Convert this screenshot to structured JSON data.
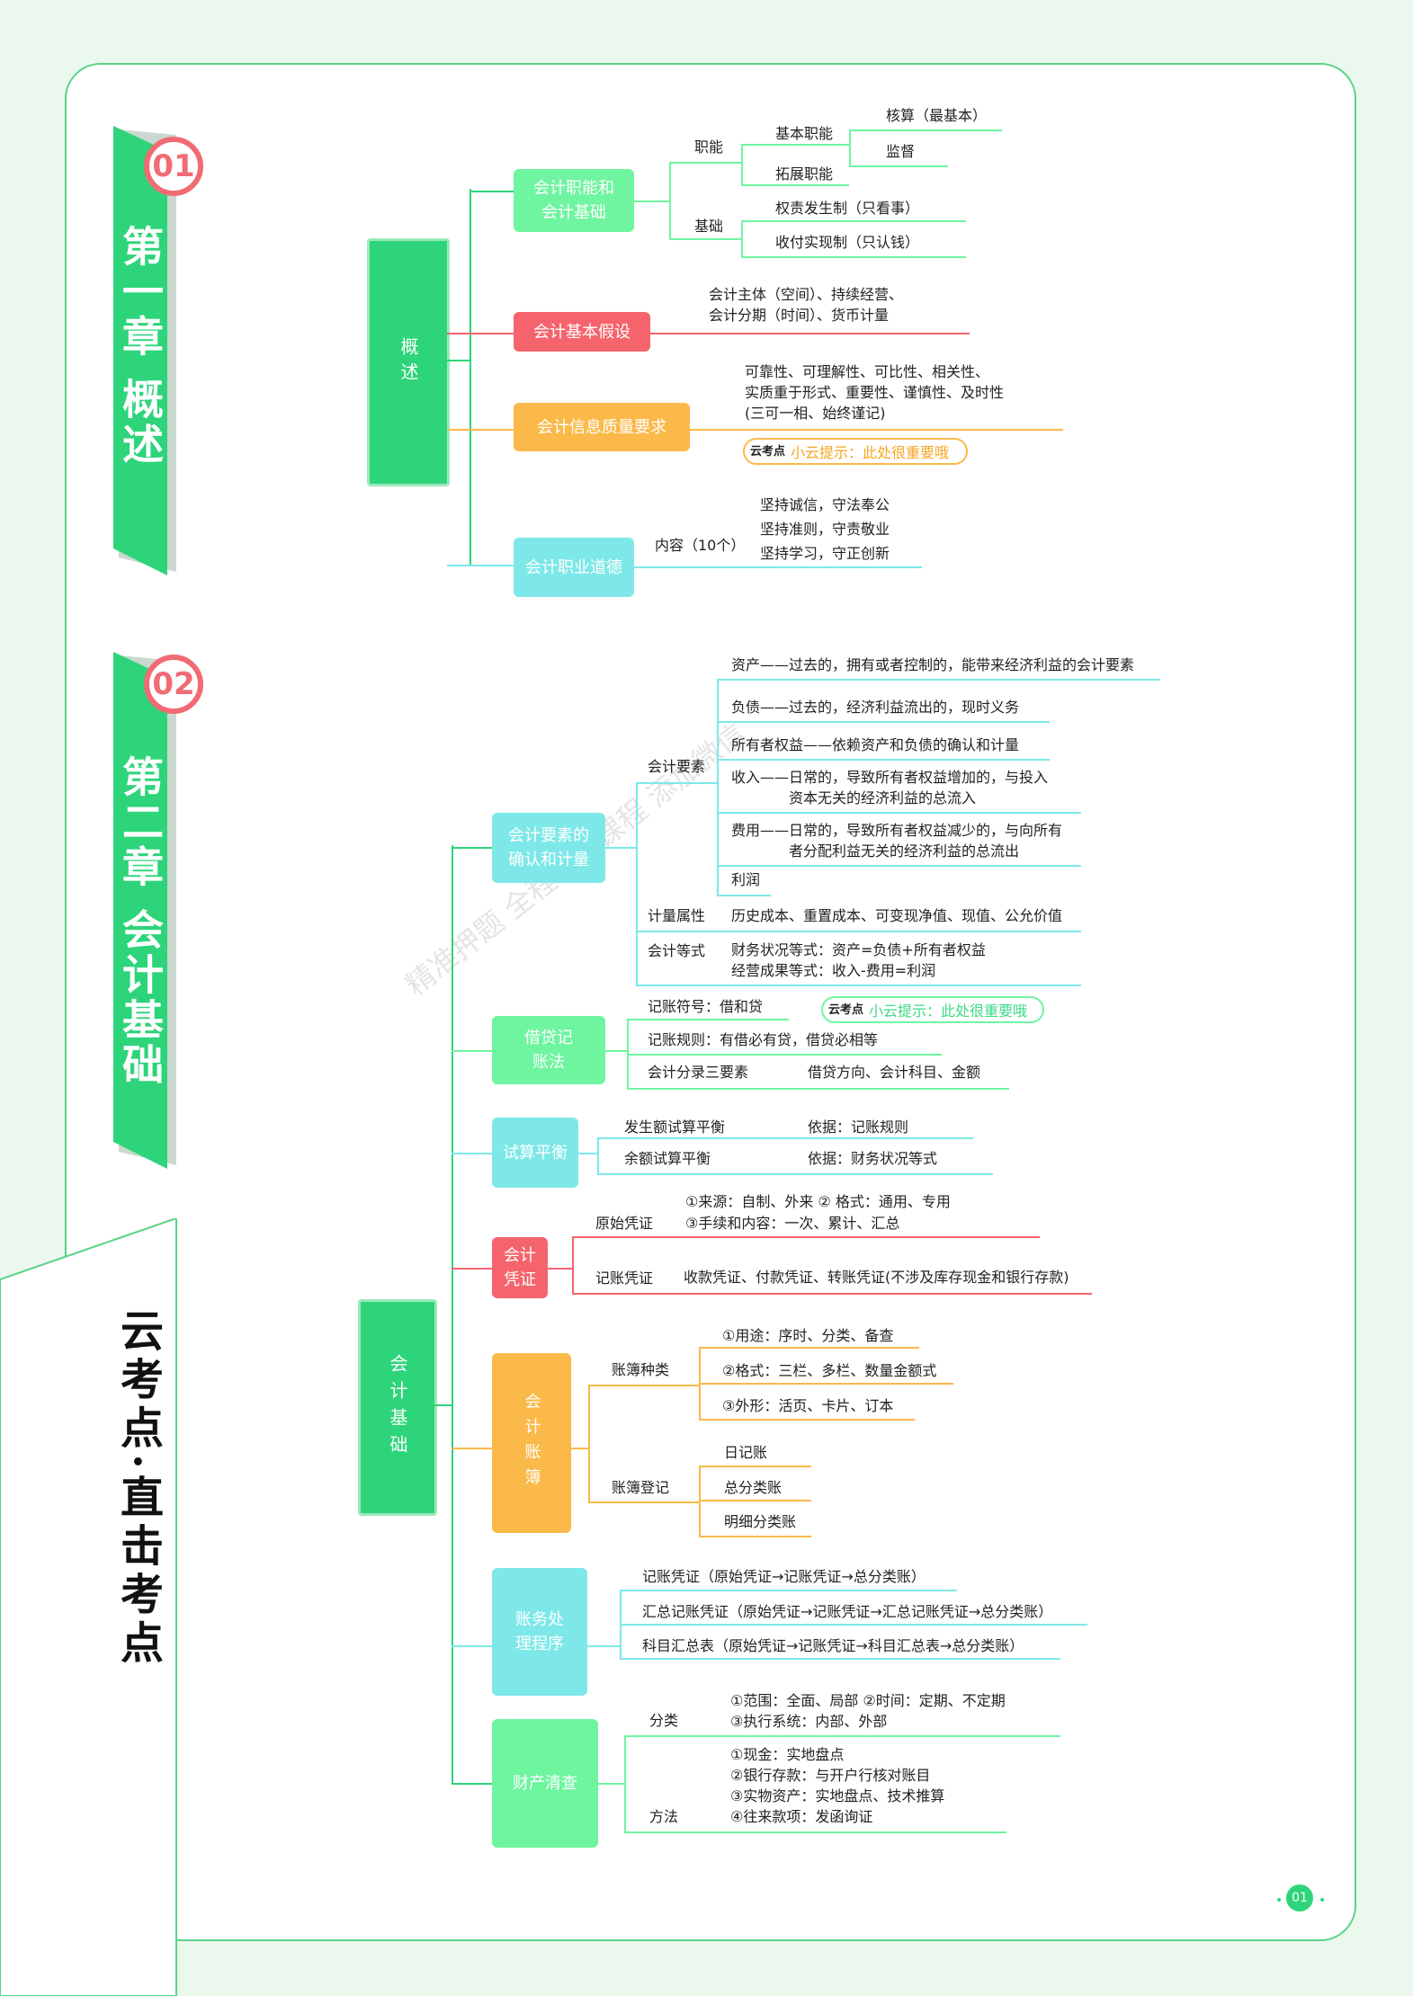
{
  "sidebar": {
    "title": "云考点·直击考点"
  },
  "page_number": "01",
  "tip_text": "小云提示：此处很重要哦",
  "logo": "云考点",
  "watermark": "精准押题 全程保过课程 添加微信",
  "ch1": {
    "num": "01",
    "title": "第一章 概述",
    "root": "概述",
    "b1": {
      "label": "会计职能和会计基础",
      "l1": "职能",
      "l1a": "基本职能",
      "l1a1": "核算（最基本）",
      "l1a2": "监督",
      "l1b": "拓展职能",
      "l2": "基础",
      "l2a": "权责发生制（只看事）",
      "l2b": "收付实现制（只认钱）"
    },
    "b2": {
      "label": "会计基本假设",
      "line1": "会计主体（空间）、持续经营、",
      "line2": "会计分期（时间）、货币计量"
    },
    "b3": {
      "label": "会计信息质量要求",
      "line1": "可靠性、可理解性、可比性、相关性、",
      "line2": "实质重于形式、重要性、谨慎性、及时性",
      "line3": "(三可一相、始终谨记)"
    },
    "b4": {
      "label": "会计职业道德",
      "sub": "内容（10个）",
      "i1": "坚持诚信，守法奉公",
      "i2": "坚持准则，守责敬业",
      "i3": "坚持学习，守正创新"
    }
  },
  "ch2": {
    "num": "02",
    "title": "第二章 会计基础",
    "root": "会计基础",
    "b1": {
      "label": "会计要素的确认和计量",
      "elements": "会计要素",
      "e1": "资产——过去的，拥有或者控制的，能带来经济利益的会计要素",
      "e2": "负债——过去的，经济利益流出的，现时义务",
      "e3": "所有者权益——依赖资产和负债的确认和计量",
      "e4a": "收入——日常的，导致所有者权益增加的，与投入",
      "e4b": "资本无关的经济利益的总流入",
      "e5a": "费用——日常的，导致所有者权益减少的，与向所有",
      "e5b": "者分配利益无关的经济利益的总流出",
      "e6": "利润",
      "measure": "计量属性",
      "measure_v": "历史成本、重置成本、可变现净值、现值、公允价值",
      "equation": "会计等式",
      "eq1": "财务状况等式：资产=负债+所有者权益",
      "eq2": "经营成果等式：收入-费用=利润"
    },
    "b2": {
      "label": "借贷记账法",
      "r1": "记账符号：借和贷",
      "r2": "记账规则：有借必有贷，借贷必相等",
      "r3": "会计分录三要素",
      "r3v": "借贷方向、会计科目、金额"
    },
    "b3": {
      "label": "试算平衡",
      "r1": "发生额试算平衡",
      "r1v": "依据：记账规则",
      "r2": "余额试算平衡",
      "r2v": "依据：财务状况等式"
    },
    "b4": {
      "label": "会计凭证",
      "r1": "原始凭证",
      "r1a": "①来源：自制、外来  ② 格式：通用、专用",
      "r1b": "③手续和内容：一次、累计、汇总",
      "r2": "记账凭证",
      "r2v": "收款凭证、付款凭证、转账凭证(不涉及库存现金和银行存款)"
    },
    "b5": {
      "label": "会计账簿",
      "r1": "账簿种类",
      "r1a": "①用途：序时、分类、备查",
      "r1b": "②格式：三栏、多栏、数量金额式",
      "r1c": "③外形：活页、卡片、订本",
      "r2": "账簿登记",
      "r2a": "日记账",
      "r2b": "总分类账",
      "r2c": "明细分类账"
    },
    "b6": {
      "label": "账务处理程序",
      "r1": "记账凭证（原始凭证→记账凭证→总分类账）",
      "r2": "汇总记账凭证（原始凭证→记账凭证→汇总记账凭证→总分类账）",
      "r3": "科目汇总表（原始凭证→记账凭证→科目汇总表→总分类账）"
    },
    "b7": {
      "label": "财产清查",
      "r1": "分类",
      "r1a": "①范围：全面、局部  ②时间：定期、不定期",
      "r1b": "③执行系统：内部、外部",
      "r2": "方法",
      "r2a": "①现金：实地盘点",
      "r2b": "②银行存款：与开户行核对账目",
      "r2c": "③实物资产：实地盘点、技术推算",
      "r2d": "④往来款项：发函询证"
    }
  },
  "colors": {
    "green": "#2ed47a",
    "teal": "#7ee8e8",
    "red": "#f5646c",
    "orange": "#fbb94a",
    "lightgreen": "#6ff5a0"
  }
}
